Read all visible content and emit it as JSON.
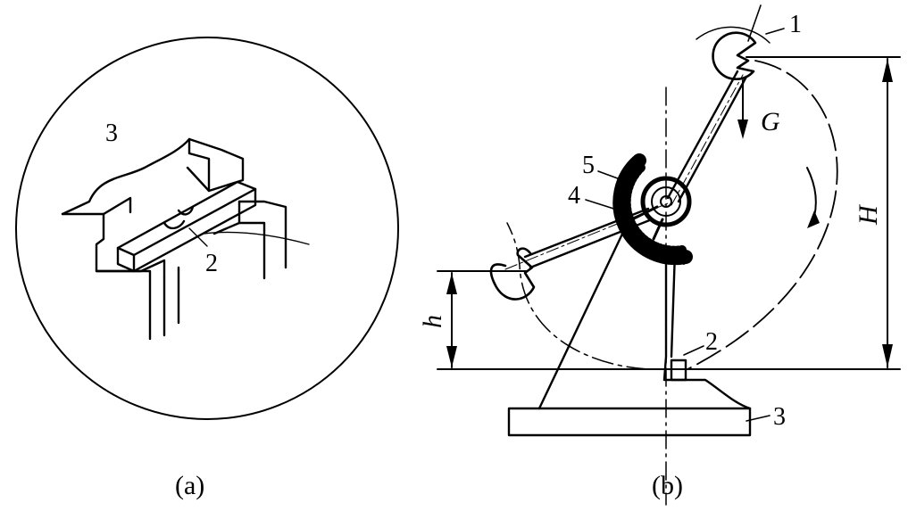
{
  "figure_a": {
    "caption": "(a)",
    "labels": {
      "anvil": "3",
      "specimen": "2"
    }
  },
  "figure_b": {
    "caption": "(b)",
    "labels": {
      "pendulum": "1",
      "specimen": "2",
      "base": "3",
      "pointer": "4",
      "dial": "5",
      "weight": "G",
      "height_start": "H",
      "height_end": "h"
    }
  }
}
